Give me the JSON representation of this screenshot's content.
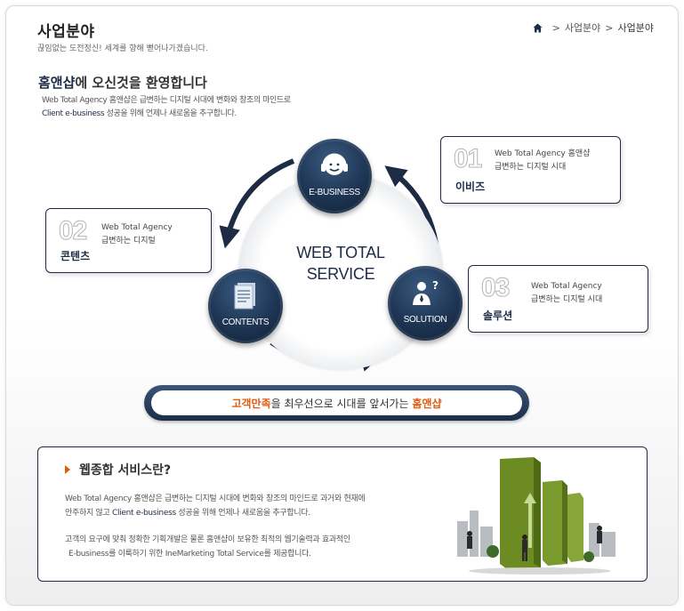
{
  "header": {
    "title": "사업분야",
    "subtitle": "끊임없는 도전정신! 세계를 향해 뻗어나가겠습니다."
  },
  "breadcrumb": {
    "items": [
      "사업분야",
      "사업분야"
    ]
  },
  "welcome": {
    "title_highlight": "홈앤샵",
    "title_rest": "에 오신것을 환영합니다",
    "line1": "Web Total Agency 홈앤샵은 급변하는 디지털 시대에 변화와 창조의 마인드로",
    "line2_emph": "Client e-business",
    "line2_rest": " 성공을 위해 언제나 새로움을 추구합니다."
  },
  "diagram": {
    "center_line1": "WEB TOTAL",
    "center_line2": "SERVICE",
    "nodes": [
      {
        "label": "E-BUSINESS",
        "icon": "headset-icon"
      },
      {
        "label": "CONTENTS",
        "icon": "document-icon"
      },
      {
        "label": "SOLUTION",
        "icon": "person-question-icon"
      }
    ],
    "cards": [
      {
        "num": "01",
        "line1": "Web Total Agency 홈앤샵",
        "line2": "급변하는 디지털 시대",
        "name": "이비즈"
      },
      {
        "num": "02",
        "line1": "Web Total Agency",
        "line2": "급변하는 디지털",
        "name": "콘텐츠"
      },
      {
        "num": "03",
        "line1": "Web Total Agency",
        "line2": "급변하는 디지털 시대",
        "name": "솔루션"
      }
    ]
  },
  "banner": {
    "orange1": "고객만족",
    "middle": "을 최우선으로 시대를 앞서가는 ",
    "orange2": "홈앤샵"
  },
  "service": {
    "title": "웹종합 서비스란?",
    "p1_line1": "Web Total Agency 홈앤샵은 급변하는 디지털 시대에 변화와 창조의 마인드로 과거와 현재에",
    "p1_line2_a": "안주하지 않고 ",
    "p1_line2_emph": "Client e-business",
    "p1_line2_b": " 성공을 위해 언제나 새로움을 추구합니다.",
    "p2_line1": "고객의 요구에 맞춰 정확한 기획개발은 물론 홈앤샵이 보유한 최적의 웹기술력과 효과적인",
    "p2_line2": "E-business를 이룩하기 위한 IneMarketing Total Service를 제공합니다."
  },
  "colors": {
    "navy": "#1d2b45",
    "orange": "#e25b10",
    "green": "#7a9a2e"
  }
}
